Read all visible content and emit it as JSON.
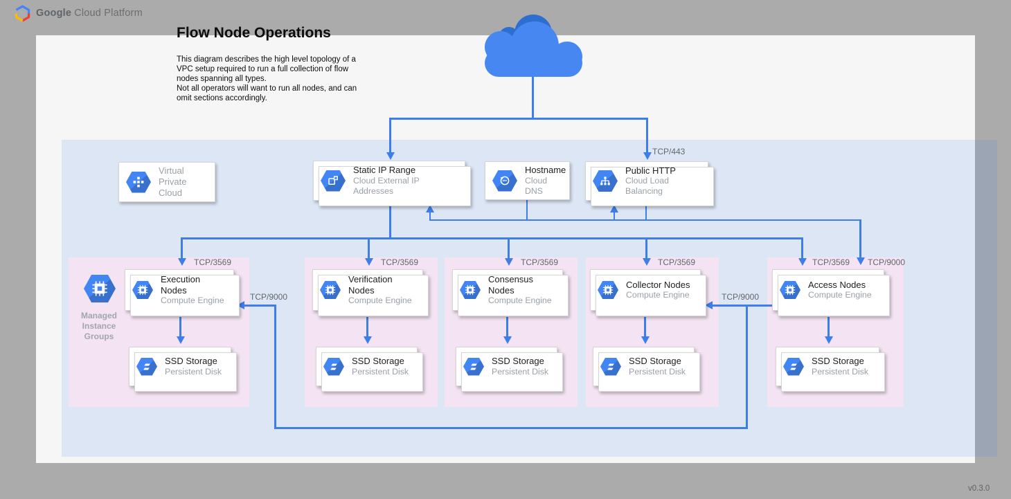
{
  "header": {
    "brand_bold": "Google",
    "brand_rest": "Cloud Platform"
  },
  "page": {
    "title": "Flow Node Operations",
    "description": "This diagram describes the high level topology of a\nVPC setup required to run a full collection of flow\nnodes spanning all types.\nNot all operators will want to run all nodes, and can\nomit sections accordingly.",
    "version": "v0.3.0"
  },
  "colors": {
    "accent_blue": "#4285F4",
    "connector_blue": "#3F7DE9",
    "vpc_fill": "#DFEDFB",
    "section_fill": "#F4E4F3",
    "canvas_gray": "#ABABAB"
  },
  "ports": {
    "p443": "TCP/443",
    "p3569": "TCP/3569",
    "p9000": "TCP/9000"
  },
  "top_cards": {
    "vpc": {
      "icon": "vpc-icon",
      "line1": "Virtual",
      "line2": "Private Cloud"
    },
    "static_ip": {
      "icon": "external-ip-icon",
      "title": "Static IP Range",
      "subtitle": "Cloud External IP Addresses"
    },
    "hostname": {
      "icon": "cloud-dns-icon",
      "title": "Hostname",
      "subtitle": "Cloud DNS"
    },
    "public_http": {
      "icon": "load-balancing-icon",
      "title": "Public HTTP",
      "subtitle": "Cloud Load Balancing"
    }
  },
  "mig": {
    "icon": "managed-instance-groups-icon",
    "label": "Managed\nInstance\nGroups"
  },
  "sections": [
    {
      "title": "Execution Nodes",
      "subtitle": "Compute Engine",
      "storage_title": "SSD Storage",
      "storage_subtitle": "Persistent Disk"
    },
    {
      "title": "Verification Nodes",
      "subtitle": "Compute Engine",
      "storage_title": "SSD Storage",
      "storage_subtitle": "Persistent Disk"
    },
    {
      "title": "Consensus Nodes",
      "subtitle": "Compute Engine",
      "storage_title": "SSD Storage",
      "storage_subtitle": "Persistent Disk"
    },
    {
      "title": "Collector Nodes",
      "subtitle": "Compute Engine",
      "storage_title": "SSD Storage",
      "storage_subtitle": "Persistent Disk"
    },
    {
      "title": "Access Nodes",
      "subtitle": "Compute Engine",
      "storage_title": "SSD Storage",
      "storage_subtitle": "Persistent Disk"
    }
  ]
}
